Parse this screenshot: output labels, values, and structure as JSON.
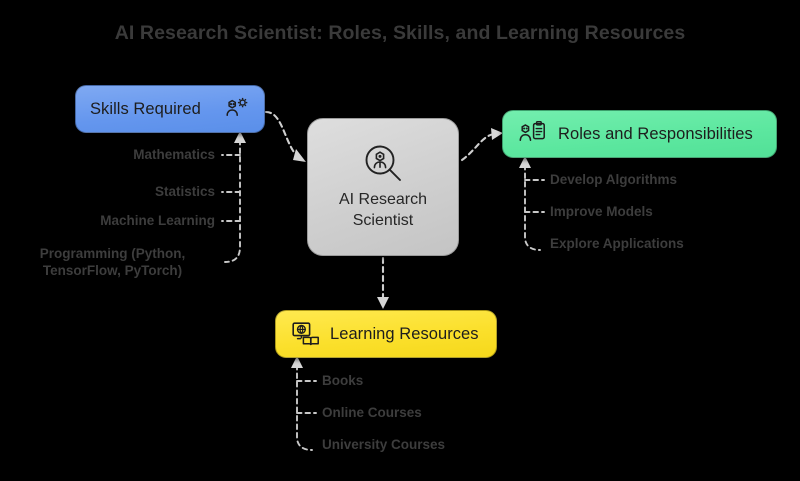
{
  "page": {
    "title": "AI Research Scientist: Roles, Skills, and Learning Resources",
    "background_color": "#000000",
    "title_color": "#3a3a3a"
  },
  "diagram": {
    "type": "mind-map",
    "center": {
      "label_line1": "AI Research",
      "label_line2": "Scientist",
      "icon": "magnifier-person-icon",
      "color": "#cfcfcf"
    },
    "branches": [
      {
        "id": "skills",
        "label": "Skills Required",
        "icon": "person-gear-icon",
        "icon_position": "right",
        "color": "#6496ee",
        "side": "left",
        "items": [
          {
            "label": "Mathematics"
          },
          {
            "label": "Statistics"
          },
          {
            "label": "Machine Learning"
          },
          {
            "label": "Programming (Python, TensorFlow, PyTorch)"
          }
        ]
      },
      {
        "id": "roles",
        "label": "Roles and Responsibilities",
        "icon": "person-clipboard-icon",
        "icon_position": "left",
        "color": "#5ce79f",
        "side": "right",
        "items": [
          {
            "label": "Develop Algorithms"
          },
          {
            "label": "Improve Models"
          },
          {
            "label": "Explore Applications"
          }
        ]
      },
      {
        "id": "learning",
        "label": "Learning Resources",
        "icon": "monitor-book-icon",
        "icon_position": "left",
        "color": "#fbe02c",
        "side": "bottom",
        "items": [
          {
            "label": "Books"
          },
          {
            "label": "Online Courses"
          },
          {
            "label": "University Courses"
          }
        ]
      }
    ],
    "connector_style": {
      "color": "#cfcfcf",
      "dash": "dashed",
      "arrowheads": true
    }
  }
}
